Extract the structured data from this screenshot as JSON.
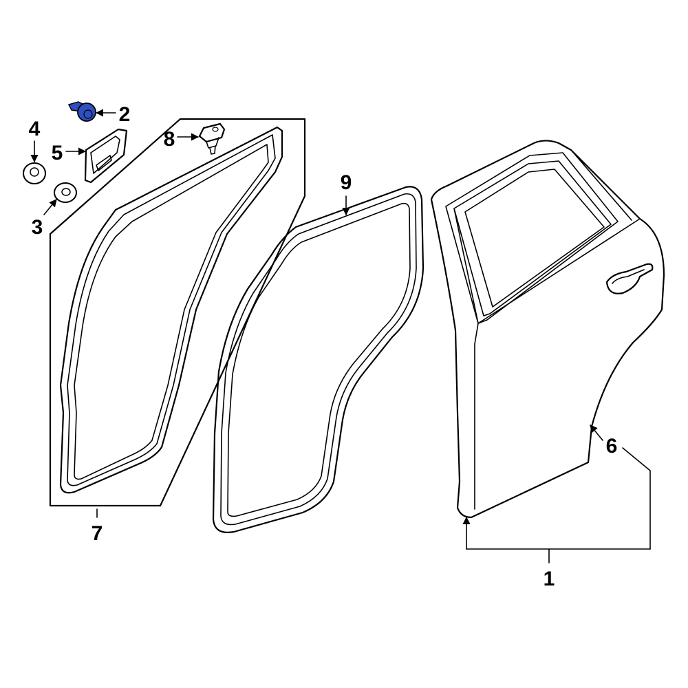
{
  "colors": {
    "background": "#ffffff",
    "line": "#000000",
    "highlight": "#2f4fc0"
  },
  "callouts": {
    "c1": "1",
    "c2": "2",
    "c3": "3",
    "c4": "4",
    "c5": "5",
    "c6": "6",
    "c7": "7",
    "c8": "8",
    "c9": "9"
  },
  "highlighted_part": "2"
}
